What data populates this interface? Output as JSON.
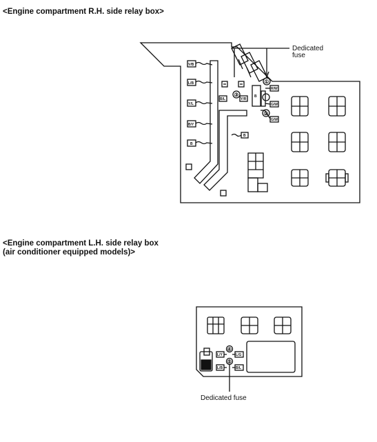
{
  "rh_box": {
    "title": "<Engine compartment R.H. side relay box>",
    "callout": [
      "Dedicated",
      "fuse"
    ],
    "fuse_numbers": [
      "①",
      "③",
      "②"
    ],
    "wire_labels": {
      "left_1": "V/B",
      "left_2": "L/B",
      "left_3": "Y/L",
      "left_4": "B/Y",
      "left_5": "B",
      "bl": "B/L",
      "yr": "Y/R",
      "b_small": "B",
      "rw": "R/W",
      "gw": "G/W",
      "gw2": "G/W",
      "b_mid": "B"
    }
  },
  "lh_box": {
    "title_line1": "<Engine compartment L.H. side relay box",
    "title_line2": "(air conditioner equipped models)>",
    "callout": "Dedicated fuse",
    "fuse_numbers": [
      "④",
      "⑤"
    ],
    "wire_labels": {
      "lt": "L/Y",
      "lg": "L/G",
      "lb": "L/B",
      "bl": "B/L"
    }
  }
}
